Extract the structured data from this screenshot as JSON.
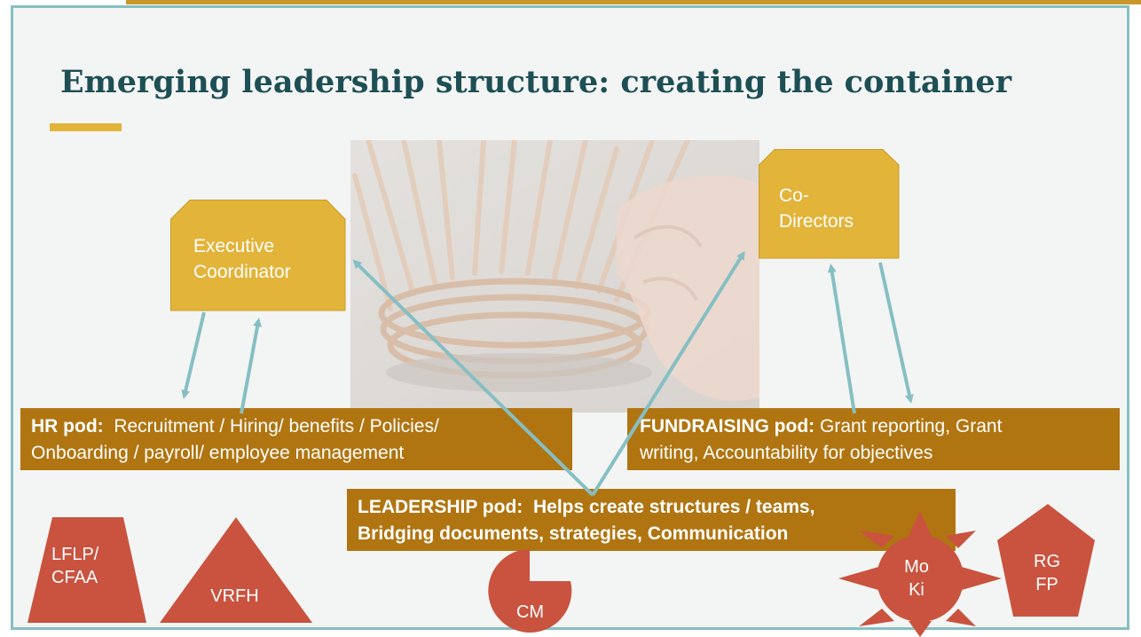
{
  "slide": {
    "title": "Emerging leadership structure: creating the container",
    "colors": {
      "frame": "#86bfc3",
      "title": "#1d4f55",
      "gold": "#e3b43a",
      "pod": "#b07511",
      "red": "#c9533f",
      "arrow": "#86bfc3"
    }
  },
  "roles": {
    "executive": [
      "Executive",
      "Coordinator"
    ],
    "codirectors": [
      "Co-",
      "Directors"
    ]
  },
  "pods": {
    "hr": {
      "heading": "HR pod:",
      "line1": "Recruitment / Hiring/ benefits / Policies/",
      "line2": "Onboarding / payroll/ employee management"
    },
    "fundraising": {
      "heading": "FUNDRAISING pod:",
      "line1": "Grant reporting, Grant",
      "line2": "writing, Accountability for objectives"
    },
    "leadership": {
      "heading": "LEADERSHIP pod:",
      "line1": "Helps create structures / teams,",
      "line2": "Bridging documents, strategies, Communication"
    }
  },
  "shapes": {
    "lflp": [
      "LFLP/",
      "CFAA"
    ],
    "vrfh": "VRFH",
    "cm": "CM",
    "moki": [
      "Mo",
      "Ki"
    ],
    "rgfp": [
      "RG",
      "FP"
    ]
  },
  "image": {
    "icon": "basket-weaving-photo"
  }
}
